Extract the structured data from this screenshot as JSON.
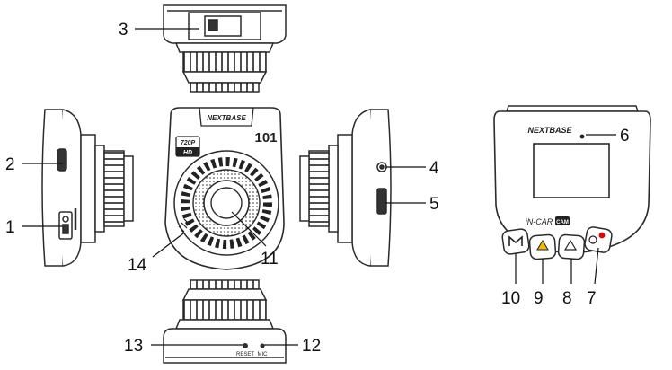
{
  "diagram": {
    "brand": "NEXTBASE",
    "model_number": "101",
    "resolution_badge": {
      "top": "720P",
      "bottom": "HD"
    },
    "product_line": {
      "prefix": "iN-CAR",
      "suffix": "CAM"
    },
    "port_labels": {
      "reset": "RESET",
      "mic": "MIC"
    },
    "callouts": [
      "1",
      "2",
      "3",
      "4",
      "5",
      "6",
      "7",
      "8",
      "9",
      "10",
      "11",
      "12",
      "13",
      "14"
    ],
    "colors": {
      "ink": "#111111",
      "outline": "#2b2b2b",
      "record_dot": "#e60000",
      "protect_icon": "#f2b700"
    }
  }
}
